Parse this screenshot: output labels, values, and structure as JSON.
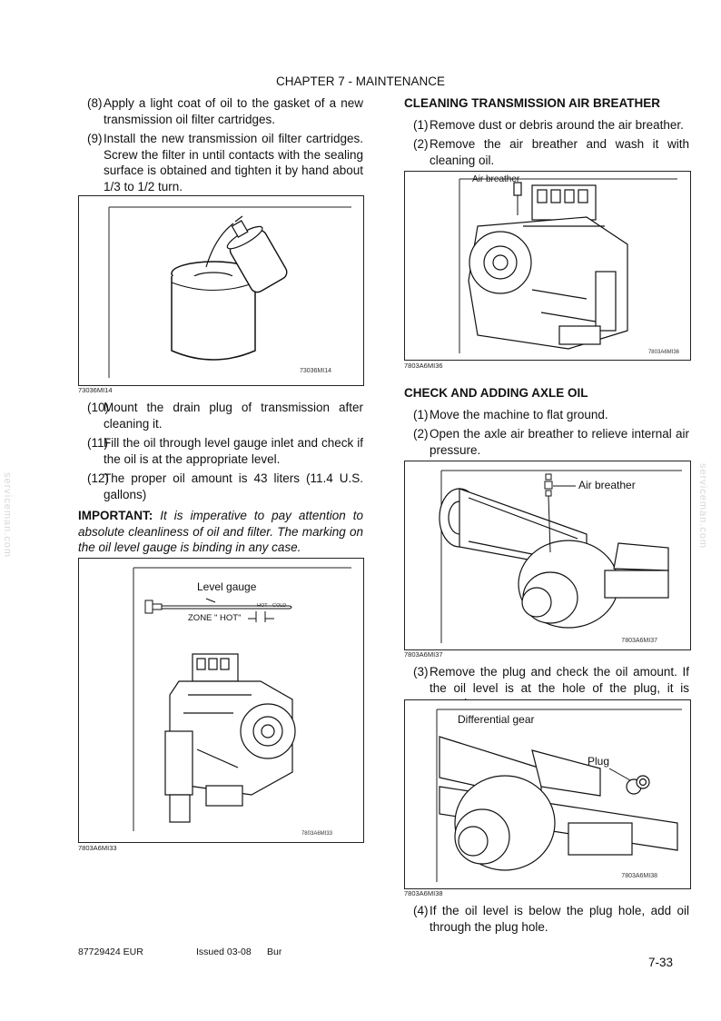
{
  "header": {
    "chapter": "CHAPTER 7 - MAINTENANCE"
  },
  "left": {
    "steps_top": [
      {
        "num": "(8)",
        "text": "Apply a light coat of oil to the gasket of a new transmission oil filter cartridges."
      },
      {
        "num": "(9)",
        "text": "Install the new transmission oil filter cartridges. Screw the filter in until contacts with the sealing surface is obtained and tighten it by hand about 1/3 to 1/2 turn."
      }
    ],
    "fig1": {
      "inner_code": "73036MI14",
      "caption": "73036MI14"
    },
    "steps_mid": [
      {
        "num": "(10)",
        "text": "Mount the drain plug of transmission after cleaning it."
      },
      {
        "num": "(11)",
        "text": "Fill the oil through level gauge inlet and check if the oil is at the appropriate level."
      },
      {
        "num": "(12)",
        "text": "The proper oil amount is 43 liters (11.4 U.S. gallons)"
      }
    ],
    "important_label": "IMPORTANT:",
    "important_text": " It is imperative to pay attention to absolute cleanliness of oil and filter. The marking on the oil level gauge is binding in any case.",
    "fig2": {
      "level_gauge": "Level gauge",
      "zone": "ZONE  \" HOT\"",
      "hot": "HOT",
      "cold": "COLD",
      "inner_code": "7803A6MI33",
      "caption": "7803A6MI33"
    }
  },
  "right": {
    "heading1": "CLEANING TRANSMISSION AIR BREATHER",
    "steps1": [
      {
        "num": "(1)",
        "text": "Remove dust or debris around the air breather."
      },
      {
        "num": "(2)",
        "text": "Remove the air breather and wash it with cleaning oil."
      }
    ],
    "fig3": {
      "label": "Air breather",
      "inner_code": "7803A6MI36",
      "caption": "7803A6MI36"
    },
    "heading2": "CHECK AND ADDING AXLE OIL",
    "steps2": [
      {
        "num": "(1)",
        "text": "Move the machine to flat ground."
      },
      {
        "num": "(2)",
        "text": "Open the axle air breather to relieve internal air pressure."
      }
    ],
    "fig4": {
      "label": "Air breather",
      "inner_code": "7803A6MI37",
      "caption": "7803A6MI37"
    },
    "steps3": [
      {
        "num": "(3)",
        "text": "Remove the plug and check the oil amount. If the oil level is at the hole of the plug, it is normal."
      }
    ],
    "fig5": {
      "label_diff": "Differential gear",
      "label_plug": "Plug",
      "inner_code": "7803A6MI38",
      "caption": "7803A6MI38"
    },
    "steps4": [
      {
        "num": "(4)",
        "text": "If the oil level is below the plug hole, add oil through the plug hole."
      }
    ]
  },
  "footer": {
    "doc_code": "87729424 EUR",
    "issued": "Issued 03-08",
    "bur": "Bur",
    "page": "7-33"
  },
  "watermark": "serviceman.com"
}
